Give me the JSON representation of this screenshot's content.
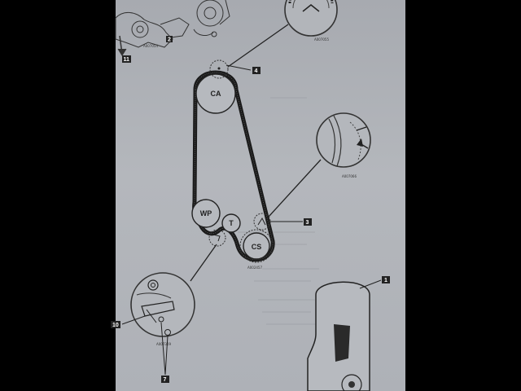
{
  "pulleys": {
    "ca": "CA",
    "wp": "WP",
    "t": "T",
    "cs": "CS"
  },
  "callouts": {
    "c1": "1",
    "c3": "3",
    "c4": "4",
    "c7": "7",
    "c10": "10",
    "c11": "11",
    "c2": "2"
  },
  "figure_codes": {
    "top_left": "A007054",
    "top_right": "A007055",
    "detail_right": "A007066",
    "main": "A002457",
    "detail_bottom": "A007309"
  }
}
